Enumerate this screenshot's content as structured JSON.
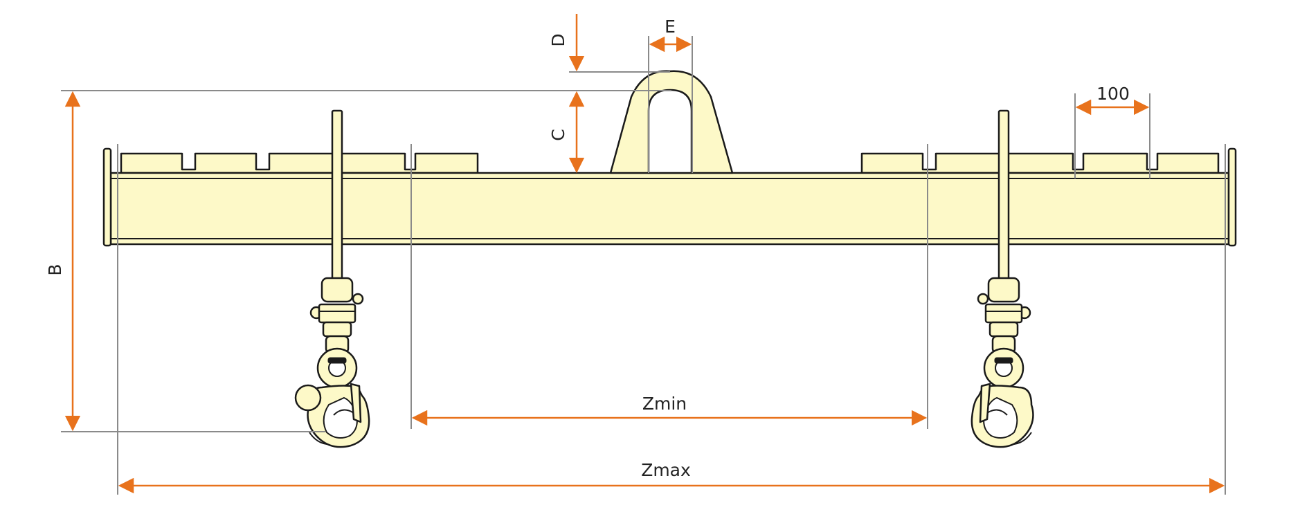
{
  "diagram": {
    "labels": {
      "D": "D",
      "E": "E",
      "C": "C",
      "B": "B",
      "spacing": "100",
      "zmin": "Zmin",
      "zmax": "Zmax"
    },
    "colors": {
      "beam_fill": "#fdf9c8",
      "outline": "#1a1a1a",
      "dimension_arrow": "#e8721c",
      "extension_line": "#8a8a8a"
    }
  }
}
